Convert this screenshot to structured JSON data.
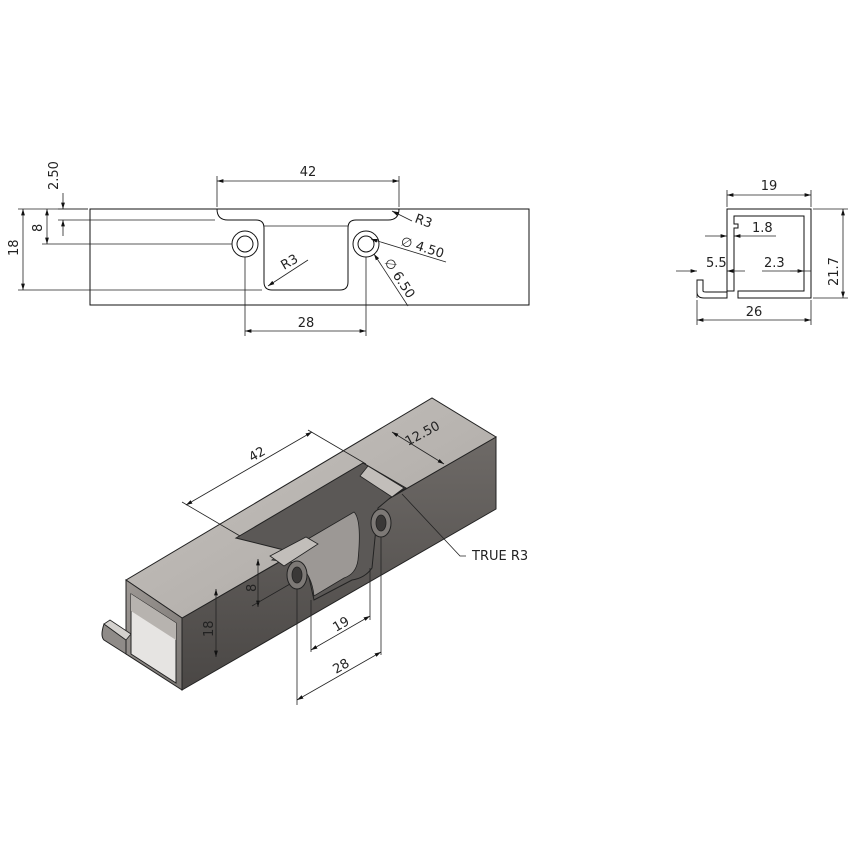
{
  "front_view": {
    "dim_top_width": "42",
    "dim_top_offset": "2.50",
    "dim_depth": "8",
    "dim_height": "18",
    "dim_corner_radius": "R3",
    "dim_inner_radius": "R3",
    "dim_hole_diameter": "∅ 4.50",
    "dim_counterbore_diameter": "∅ 6.50",
    "dim_hole_spacing": "28"
  },
  "side_view": {
    "dim_width": "19",
    "dim_height": "21.7",
    "dim_wall": "1.8",
    "dim_lip": "5.5",
    "dim_inner": "2.3",
    "dim_overall": "26"
  },
  "iso_view": {
    "dim_length": "42",
    "dim_offset": "12.50",
    "dim_depth": "8",
    "dim_height": "18",
    "dim_slot_width": "19",
    "dim_hole_spacing": "28",
    "note_radius": "TRUE R3"
  }
}
